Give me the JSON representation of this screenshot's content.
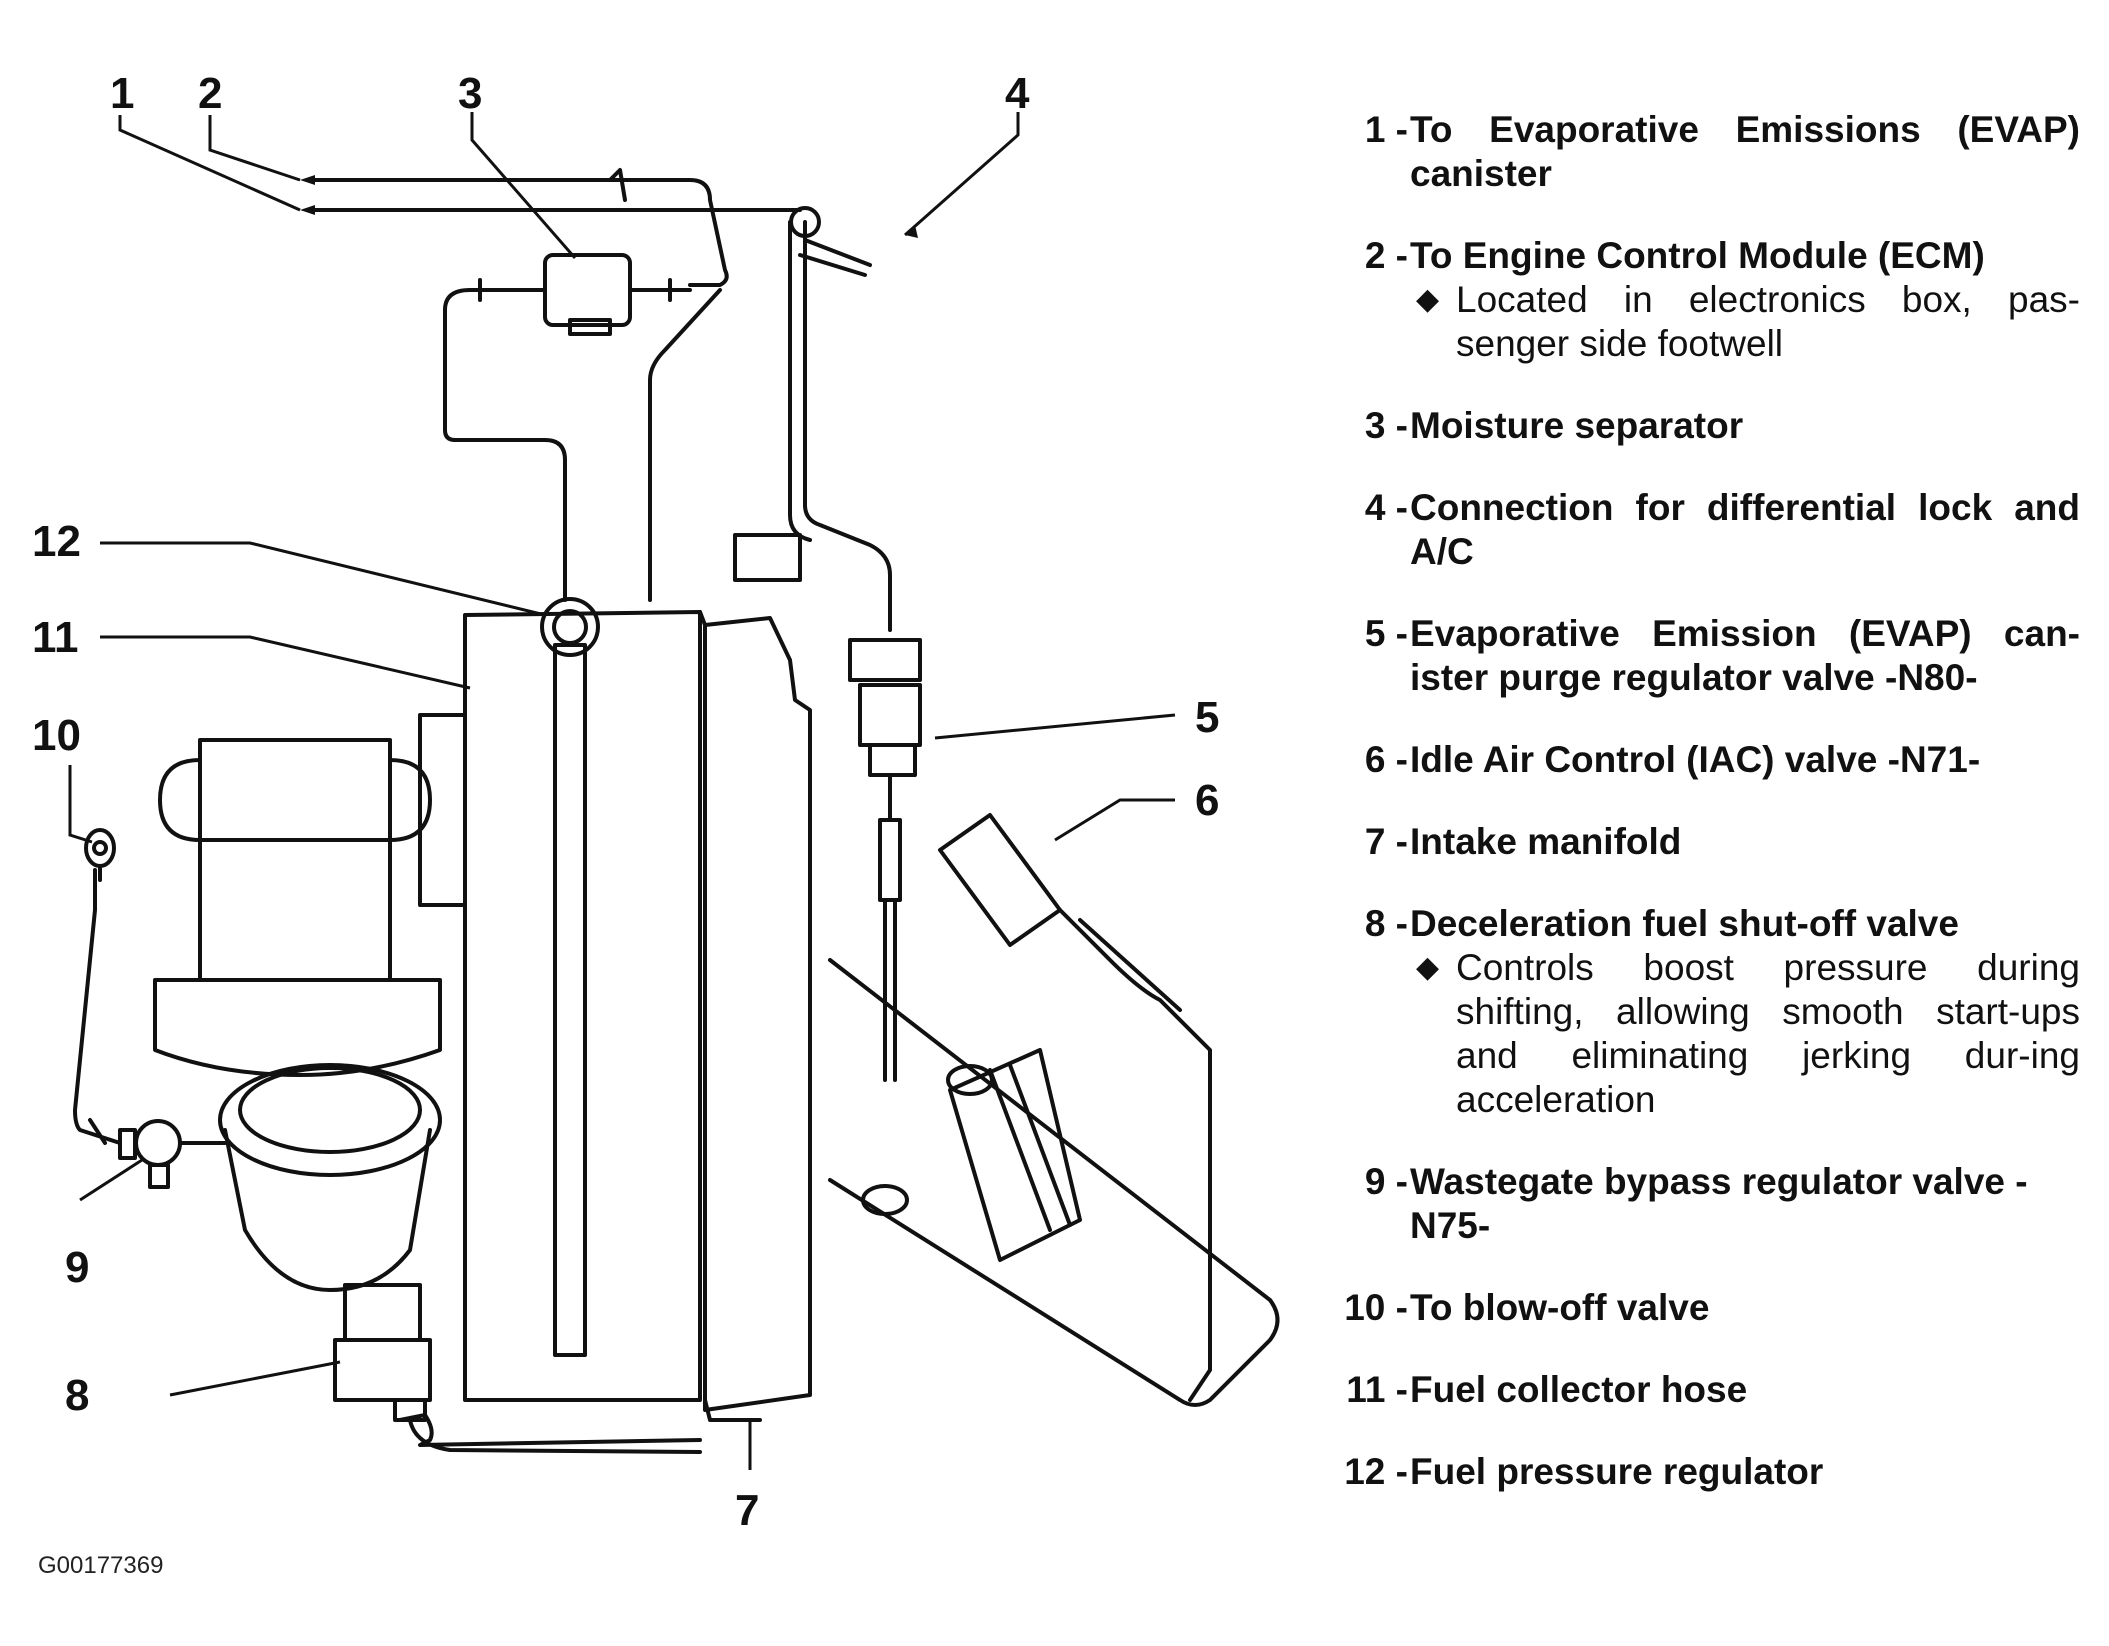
{
  "figure_id": "G00177369",
  "callouts": [
    "1",
    "2",
    "3",
    "4",
    "5",
    "6",
    "7",
    "8",
    "9",
    "10",
    "11",
    "12"
  ],
  "legend": [
    {
      "num": "1 -",
      "text": "To Evaporative Emissions (EVAP) canister",
      "notes": []
    },
    {
      "num": "2 -",
      "text": "To Engine Control Module (ECM)",
      "notes": [
        "Located in electronics box, pas-senger side footwell"
      ]
    },
    {
      "num": "3 -",
      "text": "Moisture separator",
      "notes": []
    },
    {
      "num": "4 -",
      "text": "Connection for differential lock and A/C",
      "notes": []
    },
    {
      "num": "5 -",
      "text": "Evaporative Emission (EVAP) can-ister purge regulator valve -N80-",
      "notes": []
    },
    {
      "num": "6 -",
      "text": "Idle Air Control (IAC) valve -N71-",
      "notes": []
    },
    {
      "num": "7 -",
      "text": "Intake manifold",
      "notes": []
    },
    {
      "num": "8 -",
      "text": "Deceleration fuel shut-off valve",
      "notes": [
        "Controls boost pressure during shifting, allowing smooth start-ups and eliminating jerking dur-ing acceleration"
      ]
    },
    {
      "num": "9 -",
      "text": "Wastegate bypass regulator valve -N75-",
      "notes": []
    },
    {
      "num": "10 -",
      "text": "To blow-off valve",
      "notes": []
    },
    {
      "num": "11 -",
      "text": "Fuel collector hose",
      "notes": []
    },
    {
      "num": "12 -",
      "text": "Fuel pressure regulator",
      "notes": []
    }
  ]
}
